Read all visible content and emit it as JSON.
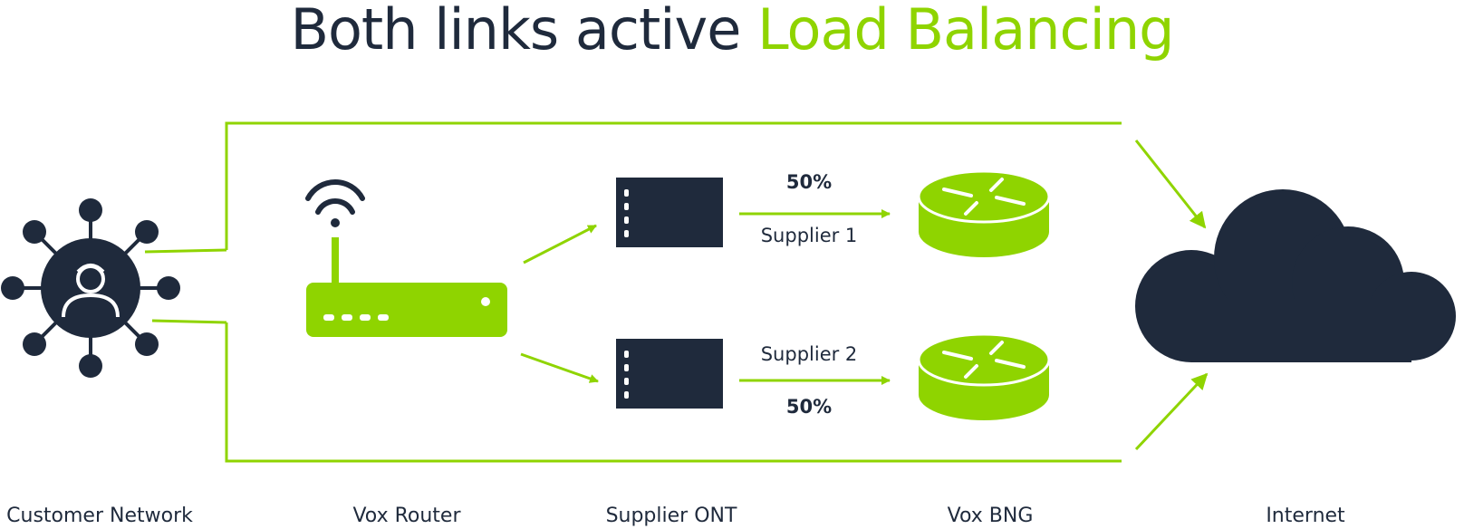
{
  "title": {
    "part1": "Both links active",
    "part2": "Load Balancing"
  },
  "links": [
    {
      "supplier": "Supplier 1",
      "share": "50%"
    },
    {
      "supplier": "Supplier 2",
      "share": "50%"
    }
  ],
  "stages": {
    "customer": "Customer Network",
    "router": "Vox Router",
    "ont": "Supplier ONT",
    "bng": "Vox BNG",
    "internet": "Internet"
  },
  "colors": {
    "green": "#8fd400",
    "navy": "#1f2a3c"
  },
  "icons": {
    "customer": "network-hub-user-icon",
    "router": "wifi-router-icon",
    "ont": "ont-device-icon",
    "bng": "bng-router-icon",
    "internet": "cloud-icon"
  }
}
